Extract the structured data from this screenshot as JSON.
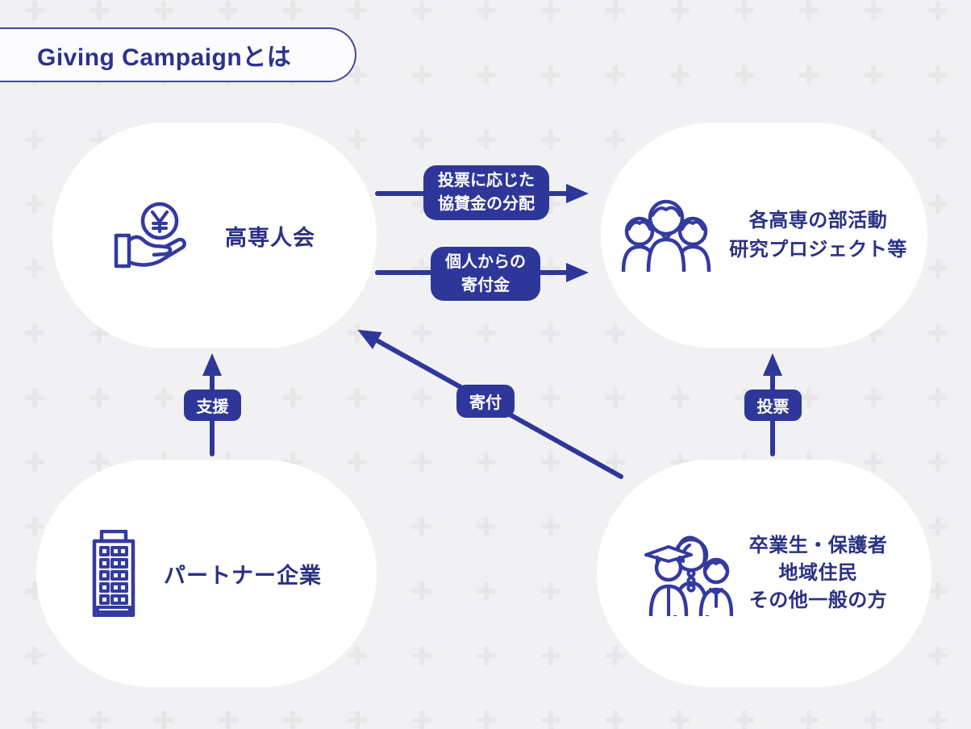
{
  "header": {
    "title": "Giving Campaignとは"
  },
  "colors": {
    "primary": "#2e3799",
    "icon_stroke": "#333aa0",
    "navy_text": "#2b3184",
    "background": "#f1f1f3",
    "pattern_plus": "#e7e7ea",
    "bubble": "#ffffff"
  },
  "nodes": {
    "kosenjinkai": {
      "label": "高専人会",
      "icon": "hand-yen-coin-icon"
    },
    "clubs": {
      "line1": "各高専の部活動",
      "line2": "研究プロジェクト等",
      "icon": "students-group-icon"
    },
    "partners": {
      "label": "パートナー企業",
      "icon": "office-building-icon"
    },
    "public": {
      "line1": "卒業生・保護者",
      "line2": "地域住民",
      "line3": "その他一般の方",
      "icon": "community-people-icon"
    }
  },
  "edges": {
    "sponsorship": {
      "line1": "投票に応じた",
      "line2": "協賛金の分配",
      "from": "高専人会",
      "to": "各高専の部活動 研究プロジェクト等"
    },
    "personal_donation": {
      "line1": "個人からの",
      "line2": "寄付金",
      "from": "高専人会",
      "to": "各高専の部活動 研究プロジェクト等"
    },
    "support": {
      "label": "支援",
      "from": "パートナー企業",
      "to": "高専人会"
    },
    "donation": {
      "label": "寄付",
      "from": "卒業生・保護者 地域住民 その他一般の方",
      "to": "高専人会"
    },
    "vote": {
      "label": "投票",
      "from": "卒業生・保護者 地域住民 その他一般の方",
      "to": "各高専の部活動 研究プロジェクト等"
    }
  }
}
